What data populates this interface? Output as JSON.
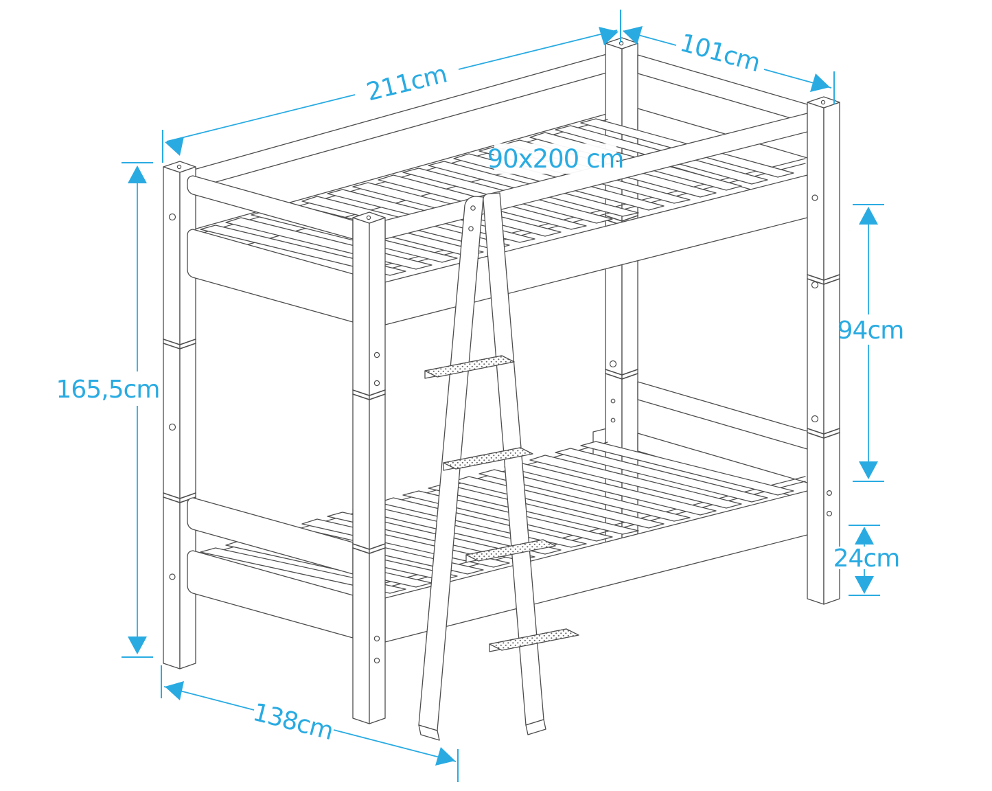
{
  "figure": {
    "kind": "furniture assembly dimension diagram",
    "subject": "bunk bed isometric line drawing with measurements"
  },
  "dimensions": {
    "length": {
      "label": "211cm"
    },
    "width": {
      "label": "101cm"
    },
    "mattress": {
      "label": "90x200 cm"
    },
    "height": {
      "label": "165,5cm"
    },
    "clearance": {
      "label": "94cm"
    },
    "base": {
      "label": "24cm"
    },
    "depth": {
      "label": "138cm"
    }
  },
  "colors": {
    "accent": "#29ABE2",
    "line_art": "#4D4D4D",
    "background": "#FFFFFF"
  }
}
